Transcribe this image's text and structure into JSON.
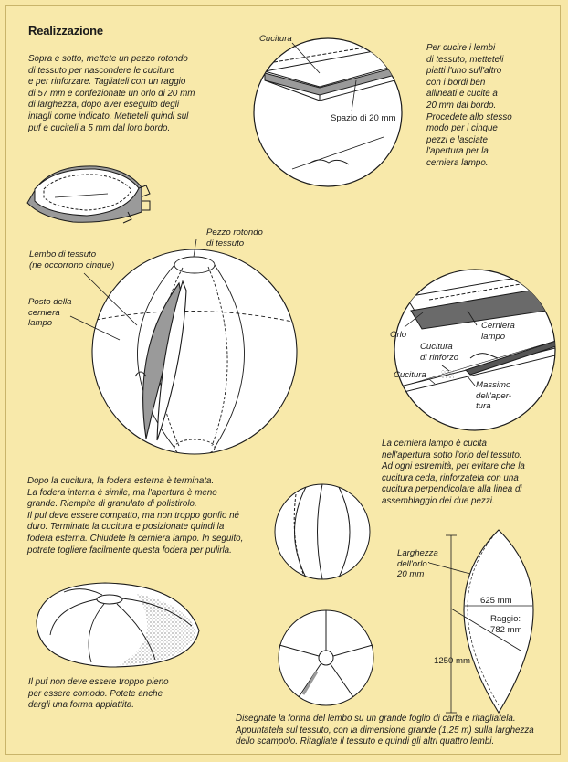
{
  "title": "Realizzazione",
  "paragraphs": {
    "intro": "Sopra e sotto, mettete un pezzo rotondo\ndi tessuto per nascondere le cuciture\ne per rinforzare. Tagliateli con un raggio\ndi 57 mm e confezionate un orlo di 20 mm\ndi larghezza, dopo aver eseguito degli\nintagli come indicato. Metteteli quindi sul\npuf e cuciteli a 5 mm dal loro bordo.",
    "seam": "Per cucire i lembi\ndi tessuto, metteteli\npiatti l'uno sull'altro\ncon i bordi ben\nallineati e cucite a\n20 mm dal bordo.\nProcedete allo stesso\nmodo per i cinque\npezzi e lasciate\nl'apertura per la\ncerniera lampo.",
    "zipper": "La cerniera lampo è cucita\nnell'apertura sotto l'orlo del tessuto.\nAd ogni estremità, per evitare che la\ncucitura ceda, rinforzatela con una\ncucitura perpendicolare alla linea di\nassemblaggio dei due pezzi.",
    "filling": "Dopo la cucitura, la fodera esterna è terminata.\nLa fodera interna è simile, ma l'apertura è meno\ngrande. Riempite di granulato  di polistirolo.\nIl puf deve essere compatto, ma non troppo gonfio né\nduro. Terminate la cucitura e posizionate quindi la\nfodera esterna. Chiudete la cerniera lampo. In seguito,\npotrete togliere facilmente questa fodera per pulirla.",
    "comfort": "Il puf non deve essere troppo pieno\nper essere comodo. Potete anche\ndargli una forma appiattita.",
    "pattern": "Disegnate la forma del lembo su un grande foglio di carta e ritagliatela.\nAppuntatela sul tessuto, con la dimensione grande (1,25 m) sulla larghezza\ndello scampolo. Ritagliate il tessuto e quindi gli altri quattro lembi."
  },
  "labels": {
    "cucitura_top": "Cucitura",
    "spazio": "Spazio di 20 mm",
    "pezzo_rotondo": "Pezzo rotondo\ndi tessuto",
    "lembo": "Lembo di tessuto\n(ne occorrono cinque)",
    "posto": "Posto della\ncerniera\nlampo",
    "orlo": "Orlo",
    "cerniera": "Cerniera\nlampo",
    "cucitura_rinforzo": "Cucitura\ndi rinforzo",
    "cucitura_zip": "Cucitura",
    "massimo": "Massimo\ndell'aper-\ntura",
    "larghezza": "Larghezza\ndell'orlo:\n20 mm",
    "dim_625": "625 mm",
    "raggio": "Raggio:\n782 mm",
    "dim_1250": "1250 mm"
  },
  "colors": {
    "background": "#f8e9aa",
    "ink": "#1b1b1b",
    "fabric": "#ffffff",
    "shade": "#9a9a9a"
  }
}
